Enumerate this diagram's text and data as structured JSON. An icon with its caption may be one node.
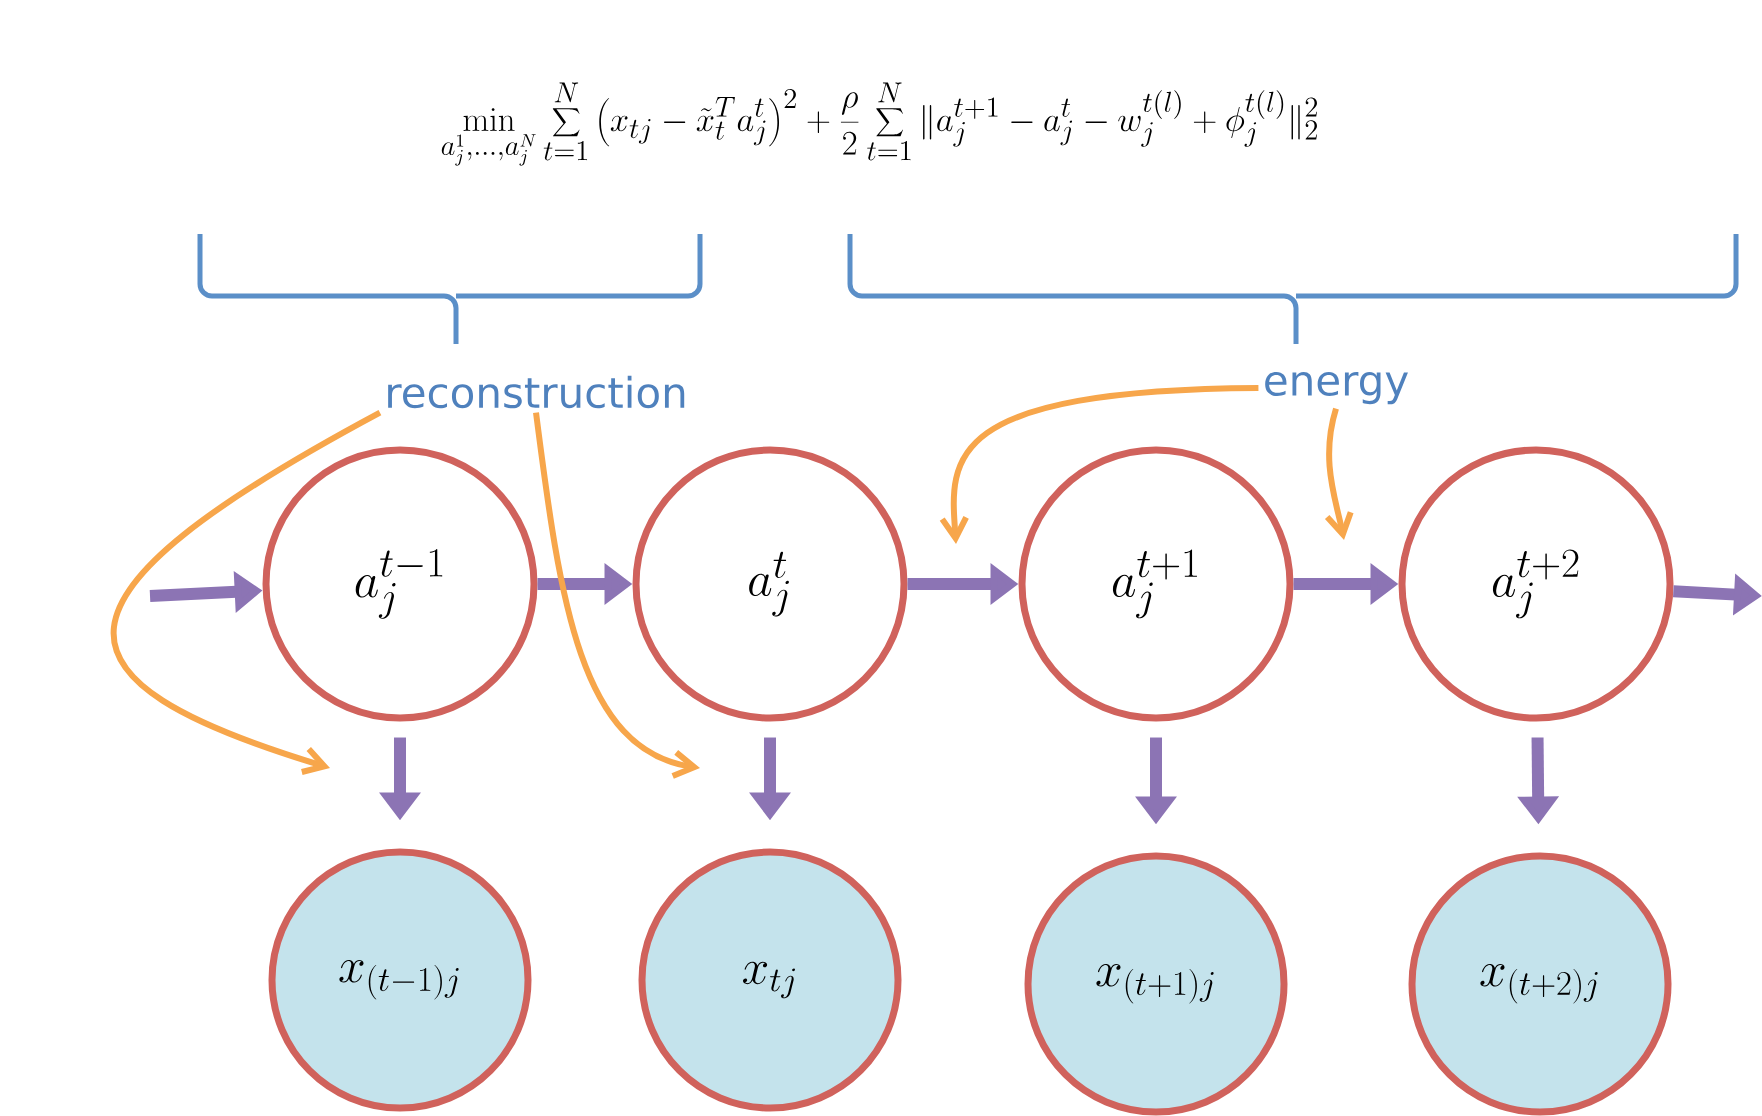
{
  "diagram": {
    "nodes": [
      {
        "text": [
          "a_j^{t-1}"
        ]
      },
      {
        "text": [
          "a_j^{t}"
        ]
      },
      {
        "text": [
          "a_j^{t+1}"
        ]
      },
      {
        "text": [
          "a_j^{t+2}"
        ]
      },
      {
        "text": [
          "x_{(t-1)j}"
        ]
      },
      {
        "text": [
          "x_{tj}"
        ]
      },
      {
        "text": [
          "x_{(t+1)j}"
        ]
      },
      {
        "text": [
          "x_{(t+2)j}"
        ]
      },
      {
        "text": [
          "reconstruction"
        ]
      },
      {
        "text": [
          "energy"
        ]
      }
    ],
    "edges": [
      {
        "from": null,
        "to": 0,
        "arrow": "to"
      },
      {
        "from": 0,
        "to": 1,
        "arrow": "to"
      },
      {
        "from": 1,
        "to": 2,
        "arrow": "to"
      },
      {
        "from": 2,
        "to": 3,
        "arrow": "to"
      },
      {
        "from": 3,
        "to": null,
        "arrow": "to"
      },
      {
        "from": 0,
        "to": 4,
        "arrow": "to"
      },
      {
        "from": 1,
        "to": 5,
        "arrow": "to"
      },
      {
        "from": 2,
        "to": 6,
        "arrow": "to"
      },
      {
        "from": 3,
        "to": 7,
        "arrow": "to"
      },
      {
        "from": 8,
        "to": null,
        "arrow": "to",
        "color": "#f7a64b"
      },
      {
        "from": 8,
        "to": null,
        "arrow": "to",
        "color": "#f7a64b"
      },
      {
        "from": 9,
        "to": null,
        "arrow": "to",
        "color": "#f7a64b"
      },
      {
        "from": 9,
        "to": null,
        "arrow": "to",
        "color": "#f7a64b"
      }
    ],
    "labels": [
      "\\min_{a_j^1,\\ldots,a_j^N} \\sum_{t=1}^{N} \\left(x_{tj} - \\tilde{x}_t^T a_j^t\\right)^2 + \\frac{\\rho}{2} \\sum_{t=1}^{N} \\|a_j^{t+1} - a_j^t - w_j^{t(l)} + \\phi_j^{t(l)}\\|_2^2"
    ]
  }
}
